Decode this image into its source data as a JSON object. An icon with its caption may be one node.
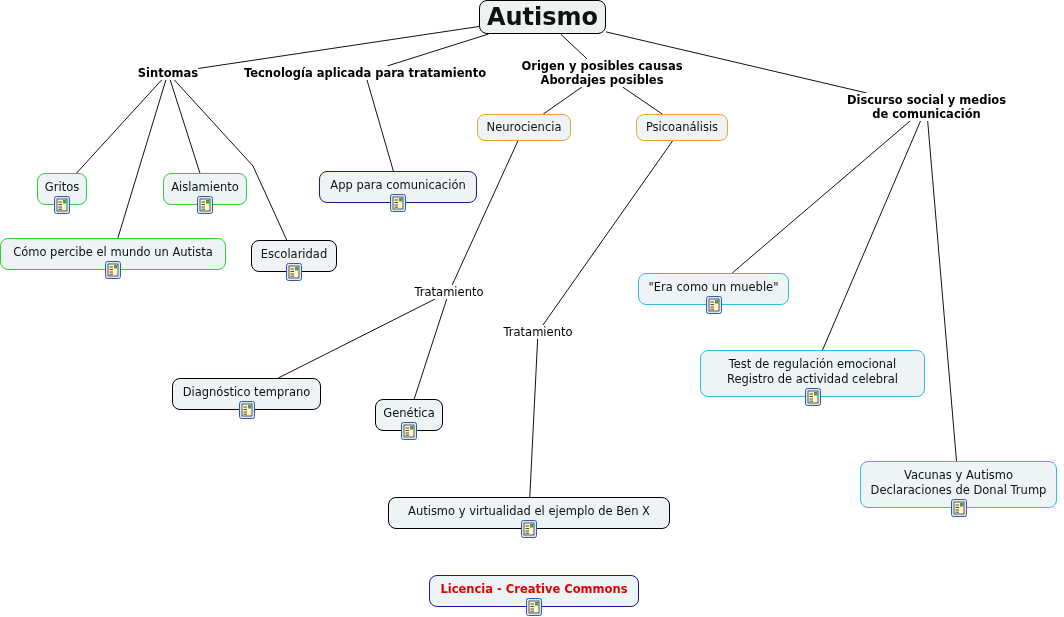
{
  "diagram": {
    "nodes": [
      {
        "text": [
          "Autismo"
        ]
      },
      {
        "text": [
          "Sintomas"
        ]
      },
      {
        "text": [
          "Tecnología aplicada para tratamiento"
        ]
      },
      {
        "text": [
          "Origen y posibles causas Abordajes posibles"
        ]
      },
      {
        "text": [
          "Discurso social y medios de comunicación"
        ]
      },
      {
        "text": [
          "Gritos"
        ]
      },
      {
        "text": [
          "Aislamiento"
        ]
      },
      {
        "text": [
          "Cómo percibe el mundo un Autista"
        ]
      },
      {
        "text": [
          "Escolaridad"
        ]
      },
      {
        "text": [
          "App para comunicación"
        ]
      },
      {
        "text": [
          "Neurociencia"
        ]
      },
      {
        "text": [
          "Psicoanálisis"
        ]
      },
      {
        "text": [
          "Tratamiento"
        ]
      },
      {
        "text": [
          "Tratamiento"
        ]
      },
      {
        "text": [
          "Diagnóstico temprano"
        ]
      },
      {
        "text": [
          "Genética"
        ]
      },
      {
        "text": [
          "Autismo y virtualidad el ejemplo de Ben X"
        ]
      },
      {
        "text": [
          "\"Era como un mueble\""
        ]
      },
      {
        "text": [
          "Test de regulación emocional Registro de actividad celebral"
        ]
      },
      {
        "text": [
          "Vacunas y Autismo Declaraciones de Donal Trump"
        ]
      },
      {
        "text": [
          "Licencia - Creative Commons"
        ]
      }
    ],
    "edges": [
      {
        "from": 0,
        "to": 1,
        "arrow": "none"
      },
      {
        "from": 0,
        "to": 2,
        "arrow": "none"
      },
      {
        "from": 0,
        "to": 3,
        "arrow": "none"
      },
      {
        "from": 0,
        "to": 4,
        "arrow": "none"
      },
      {
        "from": 1,
        "to": 5,
        "arrow": "none"
      },
      {
        "from": 1,
        "to": 6,
        "arrow": "none"
      },
      {
        "from": 1,
        "to": 7,
        "arrow": "none"
      },
      {
        "from": 1,
        "to": 8,
        "arrow": "none"
      },
      {
        "from": 2,
        "to": 9,
        "arrow": "none"
      },
      {
        "from": 3,
        "to": 10,
        "arrow": "none"
      },
      {
        "from": 3,
        "to": 11,
        "arrow": "none"
      },
      {
        "from": 10,
        "to": 12,
        "arrow": "none"
      },
      {
        "from": 11,
        "to": 13,
        "arrow": "none"
      },
      {
        "from": 12,
        "to": 14,
        "arrow": "none"
      },
      {
        "from": 12,
        "to": 15,
        "arrow": "none"
      },
      {
        "from": 13,
        "to": 16,
        "arrow": "none"
      },
      {
        "from": 4,
        "to": 17,
        "arrow": "none"
      },
      {
        "from": 4,
        "to": 18,
        "arrow": "none"
      },
      {
        "from": 4,
        "to": 19,
        "arrow": "none"
      }
    ]
  }
}
